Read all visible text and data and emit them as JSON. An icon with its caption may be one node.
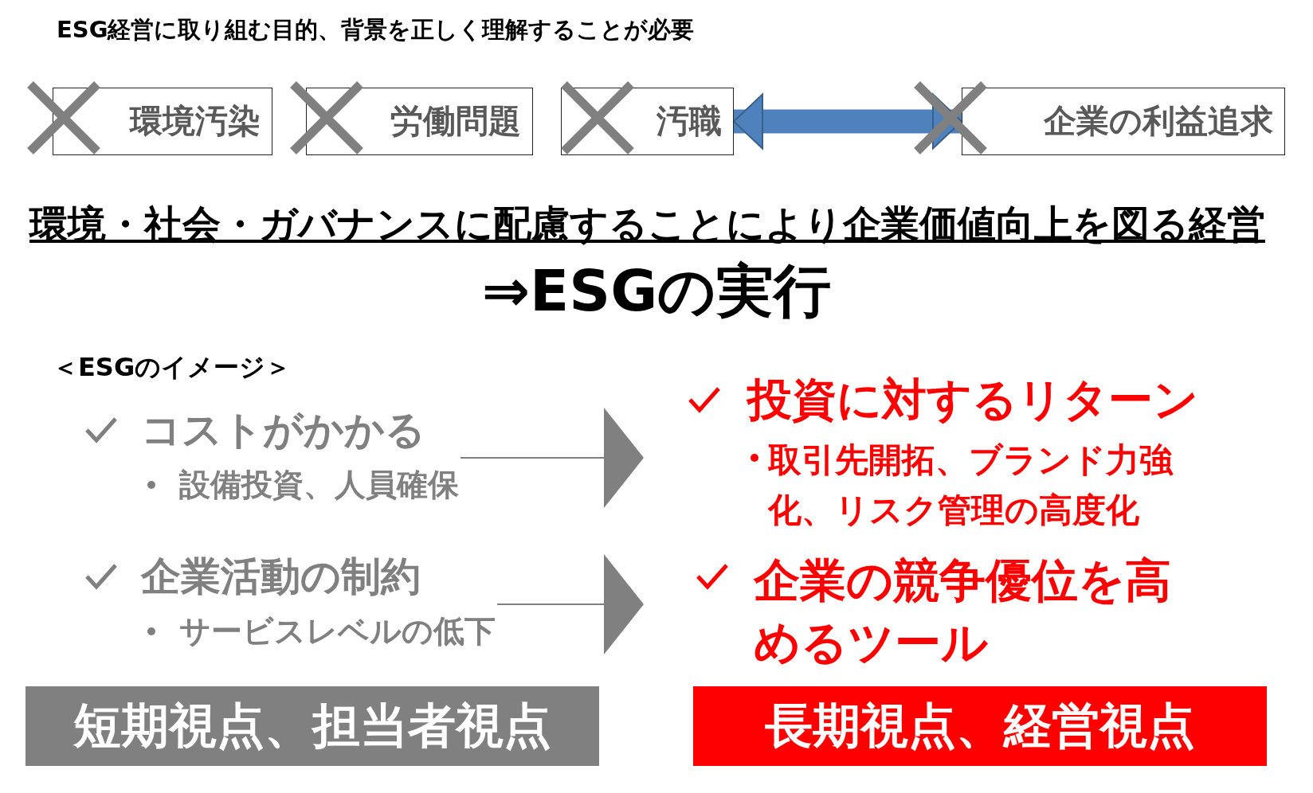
{
  "diagram": {
    "title": "ESG経営に取り組む目的、背景を正しく理解することが必要",
    "nodes": [
      {
        "text": [
          "環境汚染"
        ]
      },
      {
        "text": [
          "労働問題"
        ]
      },
      {
        "text": [
          "汚職"
        ]
      },
      {
        "text": [
          "企業の利益追求"
        ]
      },
      {
        "text": [
          "コストがかかる",
          "設備投資、人員確保"
        ]
      },
      {
        "text": [
          "企業活動の制約",
          "サービスレベルの低下"
        ]
      },
      {
        "text": [
          "投資に対するリターン",
          "取引先開拓、ブランド力強化、リスク管理の高度化"
        ]
      },
      {
        "text": [
          "企業の競争優位を高めるツール"
        ]
      },
      {
        "text": [
          "短期視点、担当者視点"
        ]
      },
      {
        "text": [
          "長期視点、経営視点"
        ]
      }
    ],
    "edges": [
      {
        "from": 2,
        "to": 3,
        "arrow": "both",
        "style": "thick",
        "color": "#4f81bd"
      },
      {
        "from": 4,
        "to": 6,
        "arrow": "to"
      },
      {
        "from": 5,
        "to": 7,
        "arrow": "to"
      }
    ],
    "labels": [
      "環境・社会・ガバナンスに配慮することにより企業価値向上を図る経営",
      "⇒ESGの実行",
      "＜ESGのイメージ＞"
    ]
  }
}
